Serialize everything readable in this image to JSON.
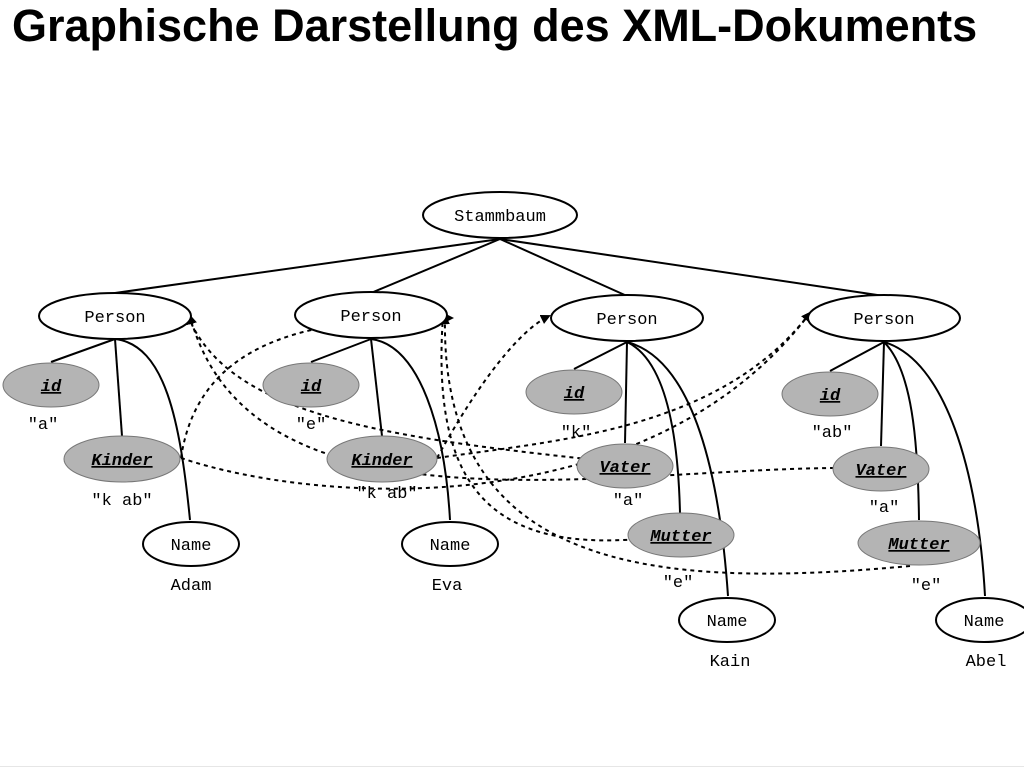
{
  "slide": {
    "title": "Graphische Darstellung des XML-Dokuments"
  },
  "diagram": {
    "root": {
      "label": "Stammbaum"
    },
    "persons": [
      {
        "label": "Person",
        "id_label": "id",
        "id_value": "\"a\"",
        "kinder_label": "Kinder",
        "kinder_value": "\"k ab\"",
        "name_label": "Name",
        "name_value": "Adam"
      },
      {
        "label": "Person",
        "id_label": "id",
        "id_value": "\"e\"",
        "kinder_label": "Kinder",
        "kinder_value": "\"k ab\"",
        "name_label": "Name",
        "name_value": "Eva"
      },
      {
        "label": "Person",
        "id_label": "id",
        "id_value": "\"k\"",
        "vater_label": "Vater",
        "vater_value": "\"a\"",
        "mutter_label": "Mutter",
        "mutter_value": "\"e\"",
        "name_label": "Name",
        "name_value": "Kain"
      },
      {
        "label": "Person",
        "id_label": "id",
        "id_value": "\"ab\"",
        "vater_label": "Vater",
        "vater_value": "\"a\"",
        "mutter_label": "Mutter",
        "mutter_value": "\"e\"",
        "name_label": "Name",
        "name_value": "Abel"
      }
    ]
  },
  "colors": {
    "attribute_fill": "#b4b4b4",
    "element_fill": "#ffffff",
    "stroke": "#000000"
  }
}
